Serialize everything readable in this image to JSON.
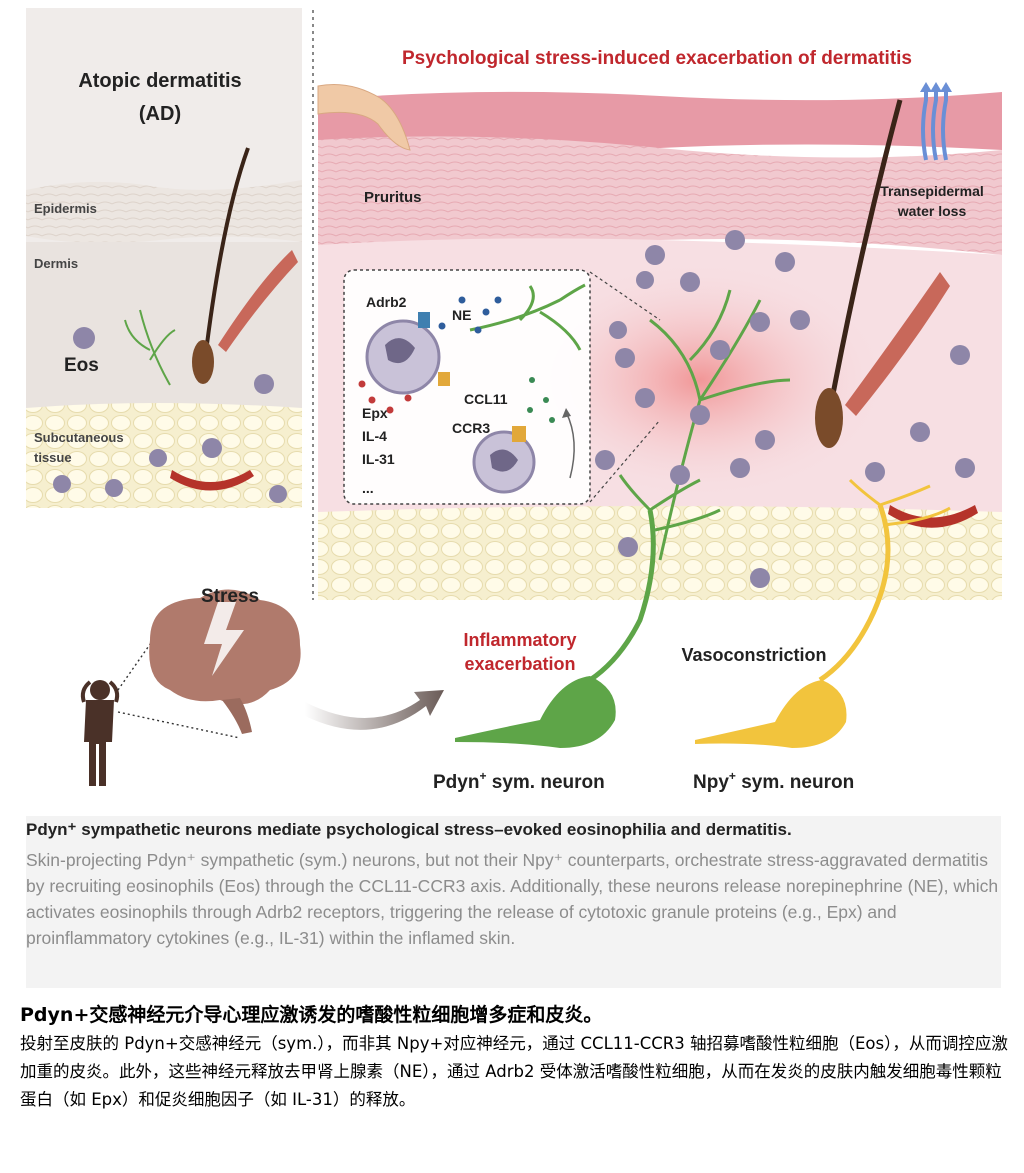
{
  "left_panel": {
    "title_line1": "Atopic dermatitis",
    "title_line2": "(AD)",
    "label_epidermis": "Epidermis",
    "label_dermis": "Dermis",
    "label_eos": "Eos",
    "label_subcutaneous_1": "Subcutaneous",
    "label_subcutaneous_2": "tissue"
  },
  "main_panel": {
    "title": "Psychological stress-induced exacerbation of dermatitis",
    "label_pruritus": "Pruritus",
    "label_tewl_1": "Transepidermal",
    "label_tewl_2": "water loss",
    "inset": {
      "adrb2": "Adrb2",
      "ne": "NE",
      "epx": "Epx",
      "il4": "IL-4",
      "il31": "IL-31",
      "ellipsis": "...",
      "ccl11": "CCL11",
      "ccr3": "CCR3"
    }
  },
  "bottom": {
    "stress": "Stress",
    "inflammatory_1": "Inflammatory",
    "inflammatory_2": "exacerbation",
    "vasoconstriction": "Vasoconstriction",
    "pdyn_a": "Pdyn",
    "pdyn_sup": "+",
    "pdyn_b": " sym. neuron",
    "npy_a": "Npy",
    "npy_sup": "+",
    "npy_b": " sym. neuron"
  },
  "caption": {
    "title": "Pdyn⁺ sympathetic neurons mediate psychological stress–evoked eosinophilia and dermatitis.",
    "body": "Skin-projecting Pdyn⁺ sympathetic (sym.) neurons, but not their Npy⁺ counterparts, orchestrate stress-aggravated dermatitis by recruiting eosinophils (Eos) through the CCL11-CCR3 axis. Additionally, these neurons release norepinephrine (NE), which activates eosinophils through Adrb2 receptors, triggering the release of cytotoxic granule proteins (e.g., Epx) and proinflammatory cytokines (e.g., IL-31) within the inflamed skin."
  },
  "chinese": {
    "title": "Pdyn+交感神经元介导心理应激诱发的嗜酸性粒细胞增多症和皮炎。",
    "body": "投射至皮肤的 Pdyn+交感神经元（sym.），而非其 Npy+对应神经元，通过 CCL11-CCR3 轴招募嗜酸性粒细胞（Eos），从而调控应激加重的皮炎。此外，这些神经元释放去甲肾上腺素（NE），通过 Adrb2 受体激活嗜酸性粒细胞，从而在发炎的皮肤内触发细胞毒性颗粒蛋白（如 Epx）和促炎细胞因子（如 IL-31）的释放。"
  },
  "colors": {
    "title_red": "#c0272d",
    "skin_pink": "#e79aa6",
    "dermis_pink": "#f7dfe3",
    "fat_cream": "#f6efcf",
    "eos_purple": "#8e86a8",
    "neuron_green": "#5ea548",
    "neuron_yellow": "#f2c43d",
    "brain_brown": "#b07a6c"
  }
}
